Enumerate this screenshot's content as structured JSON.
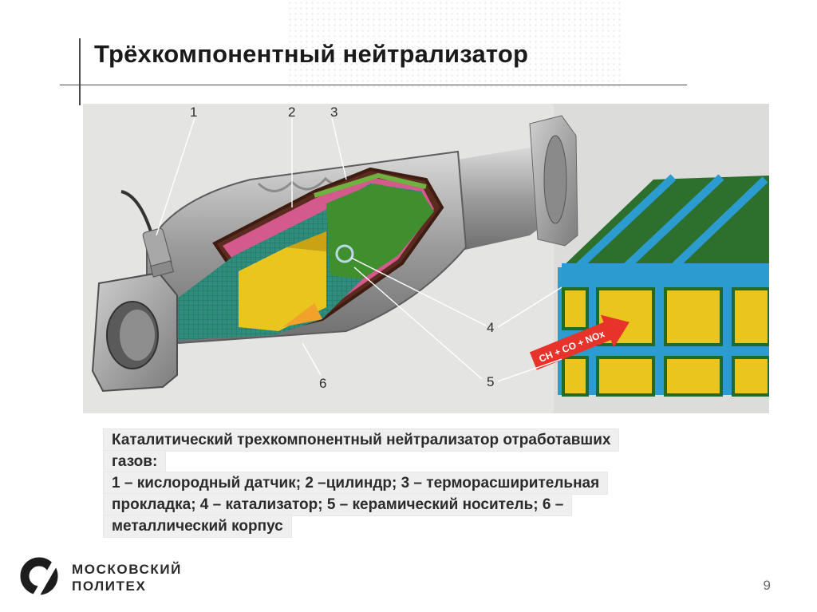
{
  "slide": {
    "title": "Трёхкомпонентный нейтрализатор",
    "page_number": "9"
  },
  "figure": {
    "labels": [
      "1",
      "2",
      "3",
      "4",
      "5",
      "6"
    ],
    "flow_label": "CH + CO + NOx"
  },
  "caption": {
    "lines": [
      "Каталитический трехкомпонентный нейтрализатор отработавших",
      "газов:",
      "1 – кислородный датчик; 2 –цилиндр; 3 – терморасширительная",
      "прокладка; 4 – катализатор; 5 – керамический носитель; 6 –",
      "металлический корпус"
    ]
  },
  "logo": {
    "line1": "МОСКОВСКИЙ",
    "line2": "ПОЛИТЕХ"
  },
  "colors": {
    "accent_green": "#3f8f2f",
    "blue_mesh": "#2c9bd0",
    "yellow_core": "#e9c51d",
    "pink_gasket": "#d45a8e",
    "arrow_red": "#e8332a"
  }
}
